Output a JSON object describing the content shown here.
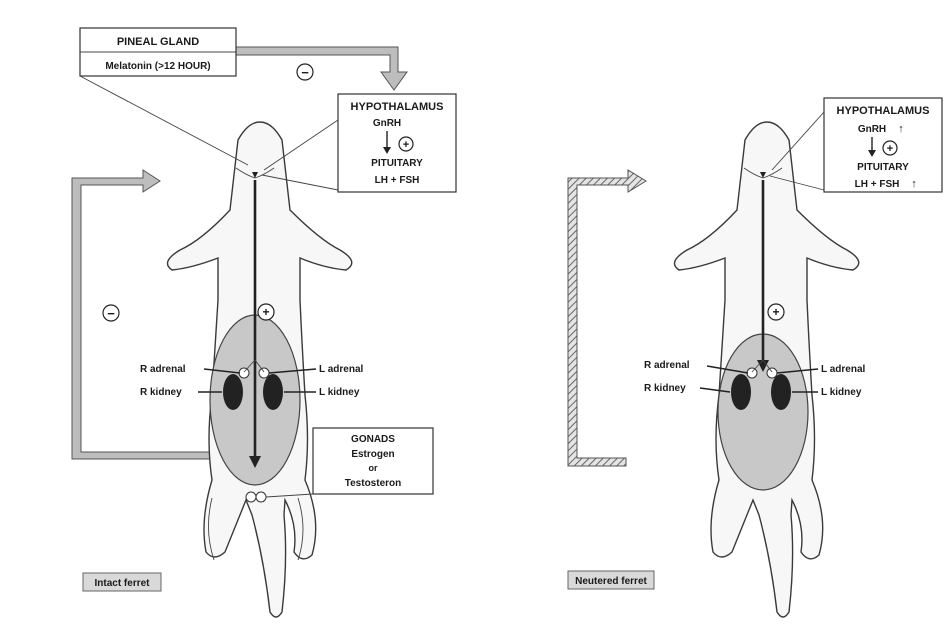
{
  "left_panel": {
    "pineal": {
      "title": "PINEAL GLAND",
      "sub": "Melatonin (>12 HOUR)"
    },
    "hpg": {
      "hypothalamus": "HYPOTHALAMUS",
      "gnrh": "GnRH",
      "pituitary": "PITUITARY",
      "lh_fsh": "LH + FSH"
    },
    "gonads": {
      "title": "GONADS",
      "line1": "Estrogen",
      "line2": "or",
      "line3": "Testosteron"
    },
    "labels": {
      "r_adrenal": "R adrenal",
      "l_adrenal": "L adrenal",
      "r_kidney": "R kidney",
      "l_kidney": "L kidney"
    },
    "signs": {
      "pineal_feedback": "−",
      "gnrh_pituitary": "+",
      "axis_down": "+",
      "gonad_feedback": "−"
    },
    "caption": "Intact ferret"
  },
  "right_panel": {
    "hpg": {
      "hypothalamus": "HYPOTHALAMUS",
      "gnrh": "GnRH",
      "pituitary": "PITUITARY",
      "lh_fsh": "LH + FSH",
      "up_arrow": "↑"
    },
    "labels": {
      "r_adrenal": "R adrenal",
      "l_adrenal": "L adrenal",
      "r_kidney": "R kidney",
      "l_kidney": "L kidney"
    },
    "signs": {
      "gnrh_pituitary": "+",
      "axis_down": "+"
    },
    "caption": "Neutered ferret"
  }
}
